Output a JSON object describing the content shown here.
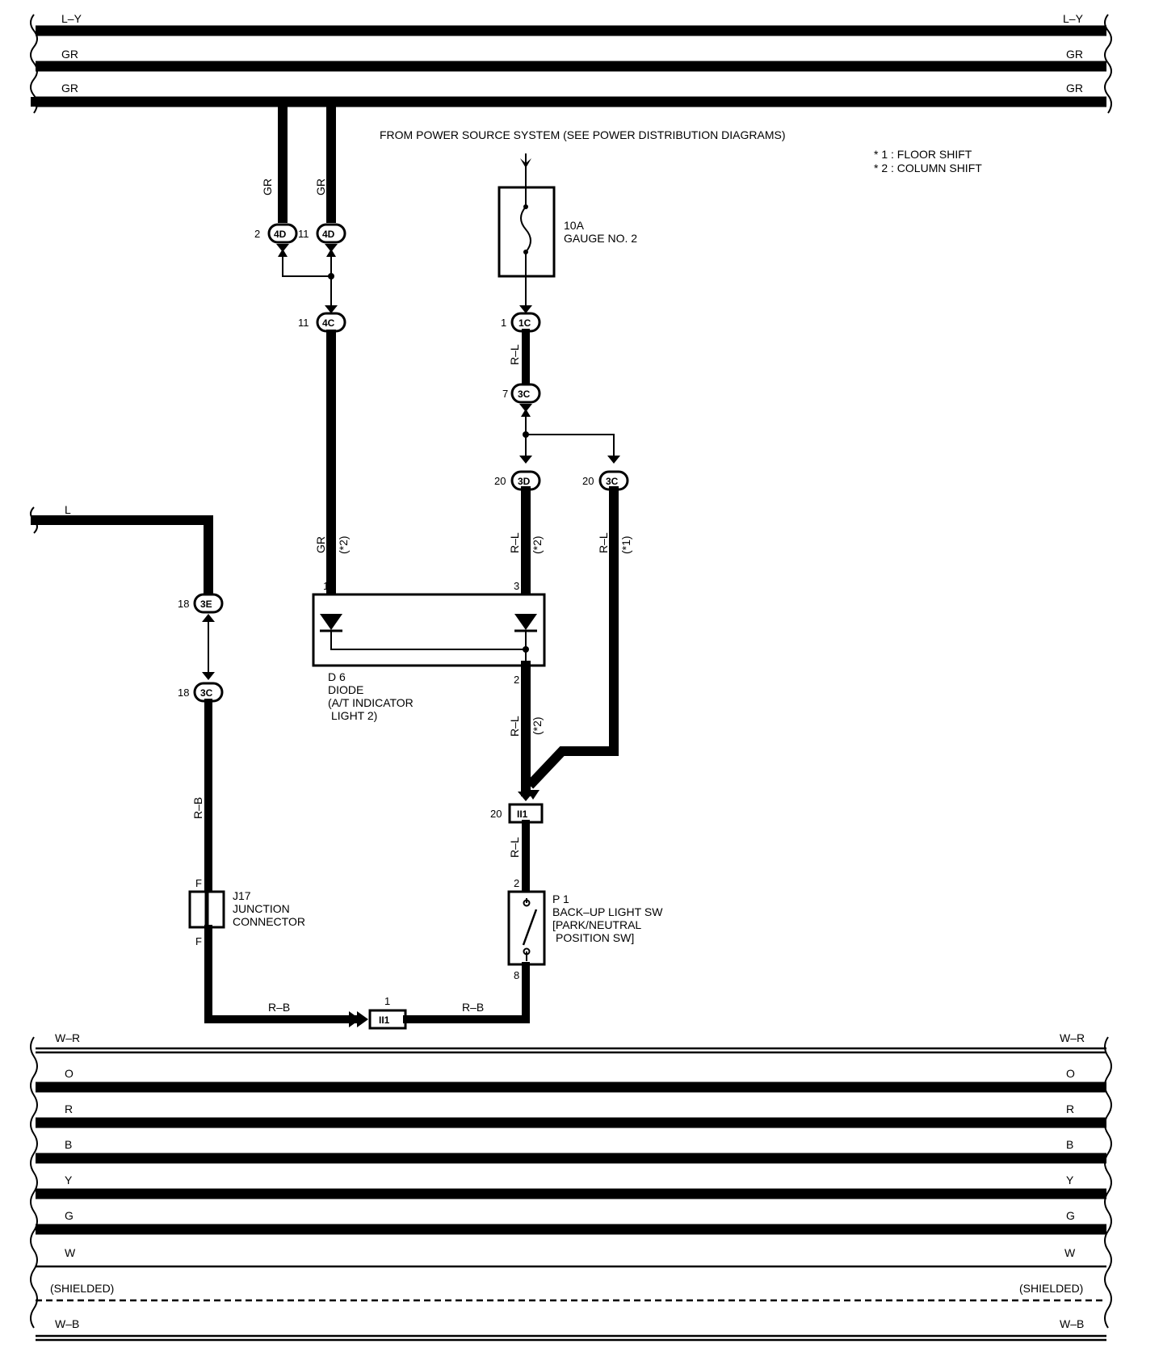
{
  "top_buses": [
    {
      "label_left": "L–Y",
      "label_right": "L–Y"
    },
    {
      "label_left": "GR",
      "label_right": "GR"
    },
    {
      "label_left": "GR",
      "label_right": "GR"
    }
  ],
  "bottom_buses": [
    {
      "label_left": "W–R",
      "label_right": "W–R"
    },
    {
      "label_left": "O",
      "label_right": "O"
    },
    {
      "label_left": "R",
      "label_right": "R"
    },
    {
      "label_left": "B",
      "label_right": "B"
    },
    {
      "label_left": "Y",
      "label_right": "Y"
    },
    {
      "label_left": "G",
      "label_right": "G"
    },
    {
      "label_left": "W",
      "label_right": "W"
    },
    {
      "label_left": "(SHIELDED)",
      "label_right": "(SHIELDED)"
    },
    {
      "label_left": "W–B",
      "label_right": "W–B"
    }
  ],
  "left_wire_label": "L",
  "power_source_label": "FROM POWER SOURCE SYSTEM (SEE POWER DISTRIBUTION DIAGRAMS)",
  "notes": [
    "* 1 : FLOOR SHIFT",
    "* 2 : COLUMN SHIFT"
  ],
  "fuse": {
    "rating": "10A",
    "name": "GAUGE NO. 2"
  },
  "wire_labels": {
    "gr_a": "GR",
    "gr_b": "GR",
    "gr_c": "GR",
    "gr_c_note": "(*2)",
    "rl_a": "R–L",
    "rl_b": "R–L",
    "rl_b_note": "(*2)",
    "rl_c": "R–L",
    "rl_c_note": "(*1)",
    "rl_d": "R–L",
    "rl_d_note": "(*2)",
    "rl_e": "R–L",
    "rb_vert": "R–B",
    "rb_a": "R–B",
    "rb_b": "R–B"
  },
  "connectors": {
    "c4d_a": {
      "code": "4D",
      "pin": "2"
    },
    "c4d_b": {
      "code": "4D",
      "pin": "11"
    },
    "c4c": {
      "code": "4C",
      "pin": "11"
    },
    "c1c": {
      "code": "1C",
      "pin": "1"
    },
    "c3c_a": {
      "code": "3C",
      "pin": "7"
    },
    "c3d": {
      "code": "3D",
      "pin": "20"
    },
    "c3c_b": {
      "code": "3C",
      "pin": "20"
    },
    "c3e": {
      "code": "3E",
      "pin": "18"
    },
    "c3c_c": {
      "code": "3C",
      "pin": "18"
    },
    "ii1_a": {
      "code": "II1",
      "pin": "20"
    },
    "ii1_b": {
      "code": "II1",
      "pin": "1"
    }
  },
  "diode": {
    "pin_left": "1",
    "pin_right": "3",
    "pin_bottom": "2",
    "lines": [
      "D 6",
      "DIODE",
      "(A/T INDICATOR",
      "LIGHT 2)"
    ]
  },
  "junction": {
    "pin_top": "F",
    "pin_bottom": "F",
    "lines": [
      "J17",
      "JUNCTION",
      "CONNECTOR"
    ]
  },
  "switch": {
    "pin_top": "2",
    "pin_bottom": "8",
    "lines": [
      "P 1",
      "BACK–UP LIGHT SW",
      "[PARK/NEUTRAL",
      "POSITION SW]"
    ]
  }
}
